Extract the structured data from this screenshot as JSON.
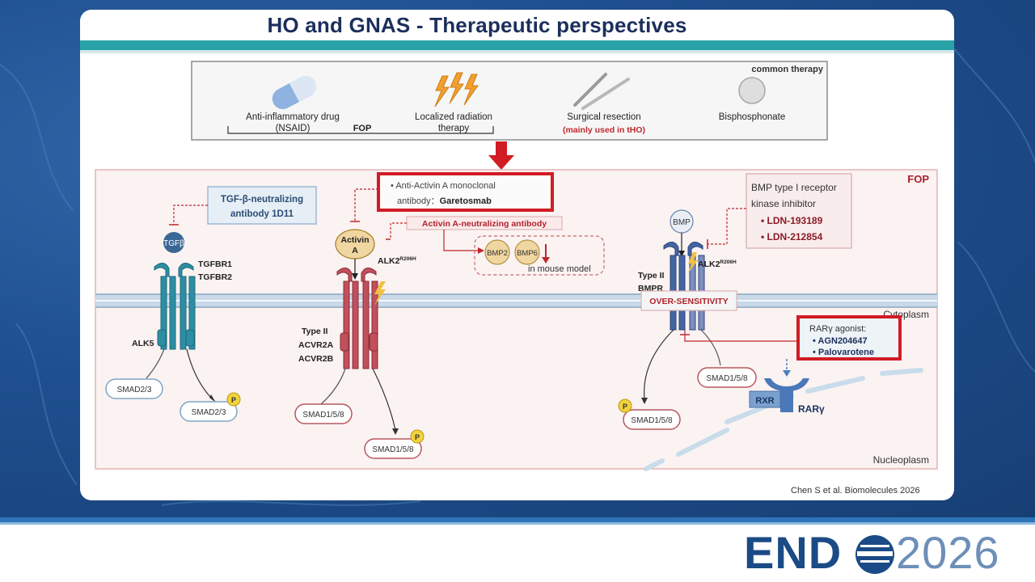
{
  "slide": {
    "title": "HO and GNAS - Therapeutic perspectives",
    "citation": "Chen S et al. Biomolecules 2026"
  },
  "therapies": {
    "common_label": "common therapy",
    "nsaid": "Anti-inflammatory drug",
    "nsaid_sub": "(NSAID)",
    "fop_label": "FOP",
    "radiation": "Localized radiation",
    "radiation_sub": "therapy",
    "surgery": "Surgical resection",
    "surgery_note": "(mainly used in tHO)",
    "bisphosphonate": "Bisphosphonate"
  },
  "diagram": {
    "fop_label": "FOP",
    "tgf_box_1": "TGF-β-neutralizing",
    "tgf_box_2": "antibody 1D11",
    "tgfb": "TGFβ",
    "tgfbr1": "TGFBR1",
    "tgfbr2": "TGFBR2",
    "alk5": "ALK5",
    "smad23": "SMAD2/3",
    "smad23_p": "SMAD2/3",
    "p": "P",
    "activin_box_1": "Anti-Activin A monoclonal",
    "activin_box_2": "antibody：",
    "activin_box_drug": "Garetosmab",
    "activin_neut": "Activin A-neutralizing antibody",
    "activin_a_1": "Activin",
    "activin_a_2": "A",
    "alk2_left": "ALK2",
    "r206h": "R206H",
    "bmp2": "BMP2",
    "bmp6": "BMP6",
    "mouse_model": "in mouse model",
    "type2_left_1": "Type II",
    "type2_left_2": "ACVR2A",
    "type2_left_3": "ACVR2B",
    "smad158_left": "SMAD1/5/8",
    "smad158_left_p": "SMAD1/5/8",
    "bmp_inhib_1": "BMP type I receptor",
    "bmp_inhib_2": "kinase inhibitor",
    "ldn1": "LDN-193189",
    "ldn2": "LDN-212854",
    "bmp": "BMP",
    "alk2_right": "ALK2",
    "type2_right_1": "Type II",
    "type2_right_2": "BMPR",
    "oversensitivity": "OVER-SENSITIVITY",
    "cytoplasm": "Cytoplasm",
    "rar_title": "RARγ agonist:",
    "rar_1": "AGN204647",
    "rar_2": "Palovarotene",
    "smad158_right": "SMAD1/5/8",
    "smad158_right_p": "SMAD1/5/8",
    "rxr": "RXR",
    "rarg": "RARγ",
    "nucleoplasm": "Nucleoplasm"
  },
  "logo": {
    "end": "END",
    "year": "2026"
  },
  "colors": {
    "title": "#1c2f5c",
    "teal": "#2aa3a8",
    "highlight_red": "#d11c24",
    "dark_red": "#b0222d",
    "panel_border": "#e8b9b9",
    "panel_fill": "#fbf3f3",
    "logo_blue": "#1b4b86"
  }
}
